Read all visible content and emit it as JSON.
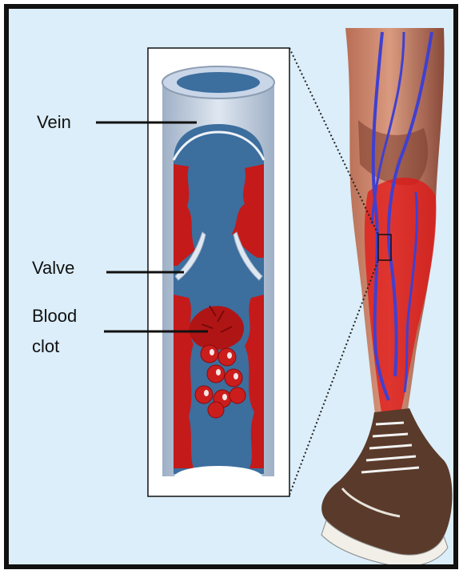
{
  "diagram": {
    "labels": {
      "vein": "Vein",
      "valve": "Valve",
      "blood_clot_line1": "Blood",
      "blood_clot_line2": "clot"
    }
  },
  "colors": {
    "background": "#dbeef9",
    "frame": "#111111",
    "vein_wall": "#c9d6e8",
    "vein_lumen": "#3c6e9e",
    "blood": "#c41a1a",
    "skin": "#c98066",
    "vein_line": "#4040d0",
    "shoe": "#5a3a2a"
  },
  "icons": [
    "leg-illustration",
    "vein-cross-section",
    "blood-clot",
    "valve",
    "sneaker"
  ]
}
